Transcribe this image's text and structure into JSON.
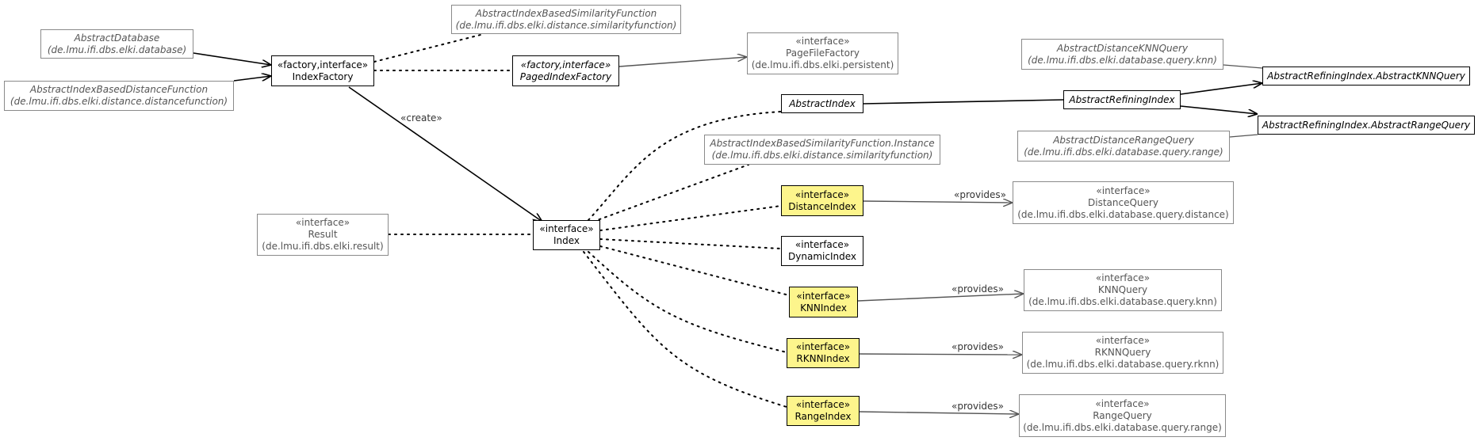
{
  "nodes": [
    {
      "id": "abstract-database",
      "lines": [
        "AbstractDatabase",
        "(de.lmu.ifi.dbs.elki.database)"
      ]
    },
    {
      "id": "abstract-index-based-distance-function",
      "lines": [
        "AbstractIndexBasedDistanceFunction",
        "(de.lmu.ifi.dbs.elki.distance.distancefunction)"
      ]
    },
    {
      "id": "index-factory",
      "lines": [
        "«factory,interface»",
        "IndexFactory"
      ]
    },
    {
      "id": "abstract-index-based-similarity-function",
      "lines": [
        "AbstractIndexBasedSimilarityFunction",
        "(de.lmu.ifi.dbs.elki.distance.similarityfunction)"
      ]
    },
    {
      "id": "paged-index-factory",
      "lines": [
        "«factory,interface»",
        "PagedIndexFactory"
      ]
    },
    {
      "id": "page-file-factory",
      "lines": [
        "«interface»",
        "PageFileFactory",
        "(de.lmu.ifi.dbs.elki.persistent)"
      ]
    },
    {
      "id": "abstract-distance-knn-query",
      "lines": [
        "AbstractDistanceKNNQuery",
        "(de.lmu.ifi.dbs.elki.database.query.knn)"
      ]
    },
    {
      "id": "abstract-refining-index-knn-query",
      "lines": [
        "AbstractRefiningIndex.AbstractKNNQuery"
      ]
    },
    {
      "id": "abstract-index",
      "lines": [
        "AbstractIndex"
      ]
    },
    {
      "id": "abstract-refining-index",
      "lines": [
        "AbstractRefiningIndex"
      ]
    },
    {
      "id": "abstract-refining-index-range-query",
      "lines": [
        "AbstractRefiningIndex.AbstractRangeQuery"
      ]
    },
    {
      "id": "abstract-distance-range-query",
      "lines": [
        "AbstractDistanceRangeQuery",
        "(de.lmu.ifi.dbs.elki.database.query.range)"
      ]
    },
    {
      "id": "similarity-function-instance",
      "lines": [
        "AbstractIndexBasedSimilarityFunction.Instance",
        "(de.lmu.ifi.dbs.elki.distance.similarityfunction)"
      ]
    },
    {
      "id": "distance-index",
      "lines": [
        "«interface»",
        "DistanceIndex"
      ]
    },
    {
      "id": "distance-query",
      "lines": [
        "«interface»",
        "DistanceQuery",
        "(de.lmu.ifi.dbs.elki.database.query.distance)"
      ]
    },
    {
      "id": "result",
      "lines": [
        "«interface»",
        "Result",
        "(de.lmu.ifi.dbs.elki.result)"
      ]
    },
    {
      "id": "index",
      "lines": [
        "«interface»",
        "Index"
      ]
    },
    {
      "id": "dynamic-index",
      "lines": [
        "«interface»",
        "DynamicIndex"
      ]
    },
    {
      "id": "knn-index",
      "lines": [
        "«interface»",
        "KNNIndex"
      ]
    },
    {
      "id": "knn-query",
      "lines": [
        "«interface»",
        "KNNQuery",
        "(de.lmu.ifi.dbs.elki.database.query.knn)"
      ]
    },
    {
      "id": "rknn-index",
      "lines": [
        "«interface»",
        "RKNNIndex"
      ]
    },
    {
      "id": "rknn-query",
      "lines": [
        "«interface»",
        "RKNNQuery",
        "(de.lmu.ifi.dbs.elki.database.query.rknn)"
      ]
    },
    {
      "id": "range-index",
      "lines": [
        "«interface»",
        "RangeIndex"
      ]
    },
    {
      "id": "range-query",
      "lines": [
        "«interface»",
        "RangeQuery",
        "(de.lmu.ifi.dbs.elki.database.query.range)"
      ]
    }
  ],
  "edge_labels": {
    "create": "«create»",
    "provides": "«provides»"
  },
  "colors": {
    "highlight": "#fdf58c",
    "external_border": "#8a8a8a",
    "external_text": "#555555",
    "main_border": "#000000",
    "provides_arrow": "#555555"
  }
}
